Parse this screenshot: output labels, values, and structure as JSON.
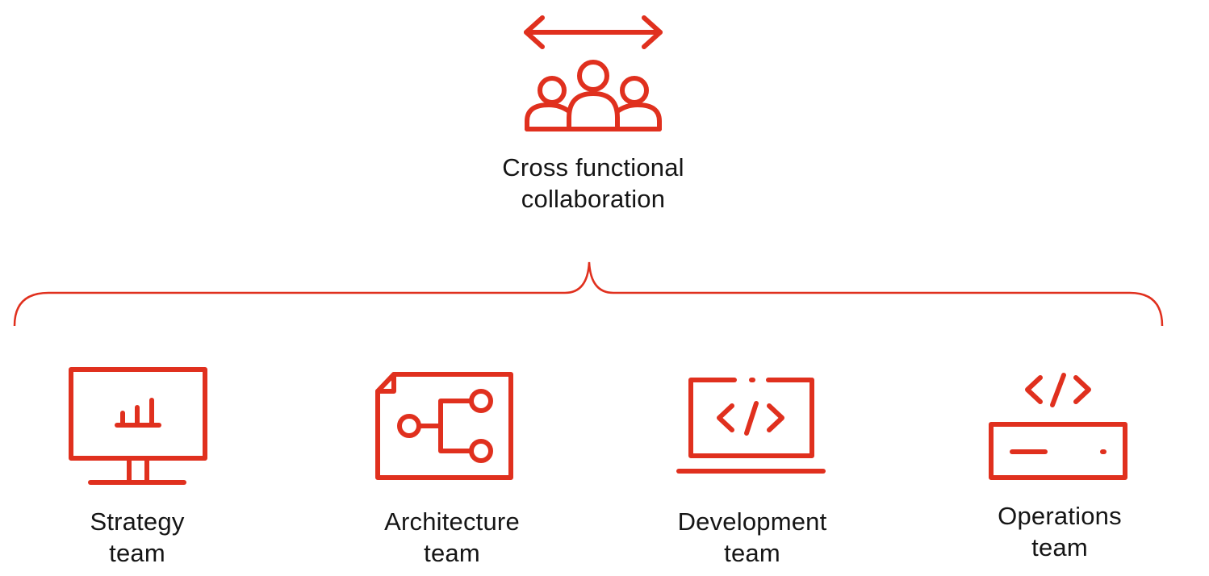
{
  "colors": {
    "accent": "#e0301e",
    "text": "#151515",
    "background": "#ffffff"
  },
  "top": {
    "icons": [
      "double-arrow-icon",
      "people-group-icon"
    ],
    "label_line1": "Cross functional",
    "label_line2": "collaboration"
  },
  "teams": [
    {
      "icon": "monitor-chart-icon",
      "line1": "Strategy",
      "line2": "team"
    },
    {
      "icon": "blueprint-diagram-icon",
      "line1": "Architecture",
      "line2": "team"
    },
    {
      "icon": "laptop-code-icon",
      "line1": "Development",
      "line2": "team"
    },
    {
      "icon": "server-code-icon",
      "line1": "Operations",
      "line2": "team"
    }
  ]
}
